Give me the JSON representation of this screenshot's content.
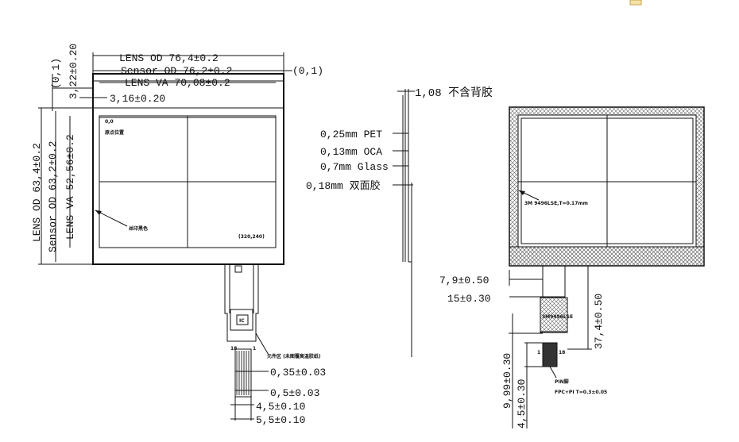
{
  "front_view": {
    "lens_od_w": "LENS OD 76,4±0.2",
    "sensor_od_w": "Sensor OD 76,2±0.2",
    "lens_va_w": "LENS VA 70,08±0.2",
    "offset_316": "3,16±0.20",
    "offset_322": "3,22±0.20",
    "offset_01_top": "(0,1)",
    "offset_01_right": "(0,1)",
    "lens_od_h": "LENS OD 63,4±0.2",
    "sensor_od_h": "Sensor OD 63,2±0.2",
    "lens_va_h": "LENS VA 52,56±0.2",
    "origin_label": "0,0",
    "origin_note": "原点位置",
    "silk_note": "丝印黑色",
    "corner_label": "(320,240)",
    "ic_label": "IC",
    "pin_label_left": "18",
    "pin_label_right": "1",
    "component_note": "元件区 (未图覆高温胶纸)",
    "dim_035": "0,35±0.03",
    "dim_05": "0,5±0.03",
    "dim_45": "4,5±0.10",
    "dim_55": "5,5±0.10"
  },
  "side_view": {
    "total": "1,08 不含背胶",
    "pet": "0,25mm PET",
    "oca": "0,13mm OCA",
    "glass": "0,7mm Glass",
    "tape": "0,18mm 双面胶"
  },
  "back_view": {
    "tape_note": "3M 9496LSE,T=0.17mm",
    "dim_79": "7,9±0.50",
    "dim_15": "15±0.30",
    "dim_374": "37,4±0.50",
    "dim_999": "9,99±0.30",
    "dim_45b": "4,5±0.30",
    "stiffener_note": "3M9496LSE",
    "pin_left": "1",
    "pin_right": "18",
    "pin_note": "PIN脚",
    "fpc_note": "FPC+PI T=0.3±0.05"
  }
}
